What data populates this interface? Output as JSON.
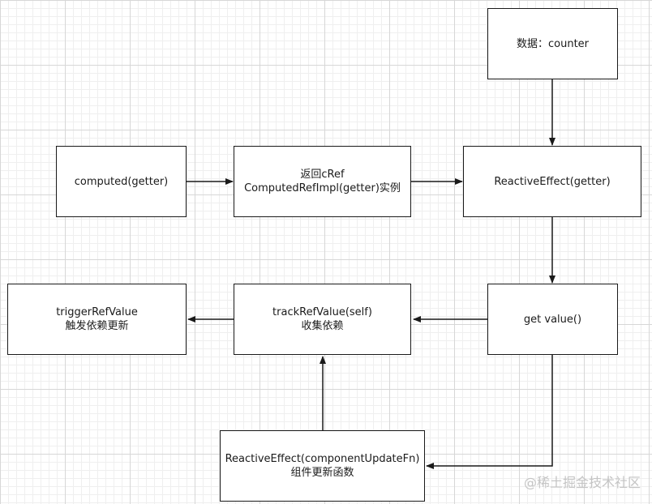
{
  "nodes": {
    "data_counter": {
      "label": "数据：counter"
    },
    "computed_getter": {
      "label": "computed(getter)"
    },
    "computed_ref_impl": {
      "line1": "返回cRef",
      "line2": "ComputedRefImpl(getter)实例"
    },
    "reactive_effect_getter": {
      "label": "ReactiveEffect(getter)"
    },
    "get_value": {
      "label": "get value()"
    },
    "track_ref_value": {
      "line1": "trackRefValue(self)",
      "line2": "收集依赖"
    },
    "trigger_ref_value": {
      "line1": "triggerRefValue",
      "line2": "触发依赖更新"
    },
    "reactive_effect_component": {
      "line1": "ReactiveEffect(componentUpdateFn)",
      "line2": "组件更新函数"
    }
  },
  "edges": [
    {
      "from": "data_counter",
      "to": "reactive_effect_getter"
    },
    {
      "from": "computed_getter",
      "to": "computed_ref_impl"
    },
    {
      "from": "computed_ref_impl",
      "to": "reactive_effect_getter"
    },
    {
      "from": "reactive_effect_getter",
      "to": "get_value"
    },
    {
      "from": "get_value",
      "to": "track_ref_value"
    },
    {
      "from": "track_ref_value",
      "to": "trigger_ref_value"
    },
    {
      "from": "get_value",
      "to": "reactive_effect_component"
    },
    {
      "from": "reactive_effect_component",
      "to": "track_ref_value"
    }
  ],
  "watermark": "@稀土掘金技术社区"
}
